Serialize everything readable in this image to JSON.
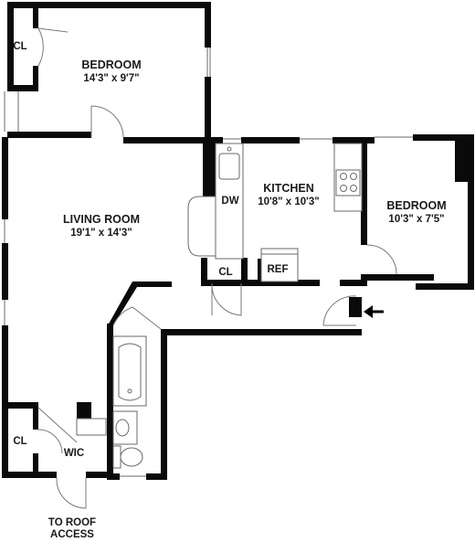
{
  "rooms": {
    "bedroom_top": {
      "name": "BEDROOM",
      "dims": "14'3\" x 9'7\""
    },
    "living": {
      "name": "LIVING ROOM",
      "dims": "19'1\" x 14'3\""
    },
    "kitchen": {
      "name": "KITCHEN",
      "dims": "10'8\" x 10'3\""
    },
    "bedroom_right": {
      "name": "BEDROOM",
      "dims": "10'3\" x 7'5\""
    },
    "wic": {
      "name": "WIC"
    }
  },
  "fixtures": {
    "dw": "DW",
    "ref": "REF",
    "cl_top": "CL",
    "cl_mid": "CL",
    "cl_bottom": "CL"
  },
  "exit": {
    "line1": "TO ROOF",
    "line2": "ACCESS"
  },
  "entry_icon": "arrow-left-icon"
}
